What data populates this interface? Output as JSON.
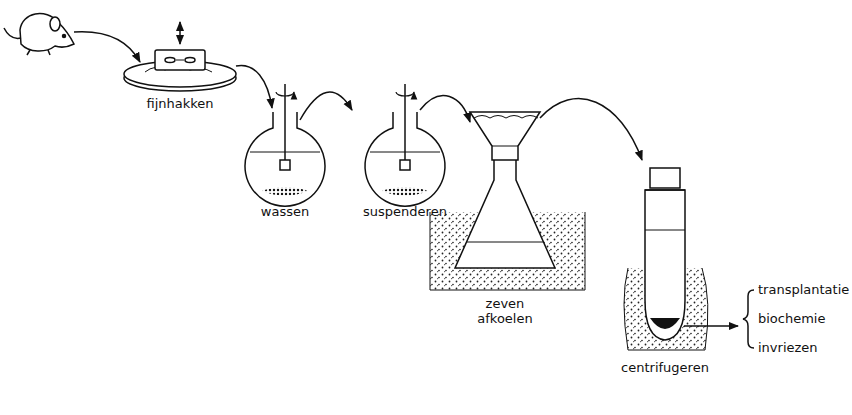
{
  "diagram": {
    "labels": [
      "fijnhakken",
      "wassen",
      "suspenderen",
      "zeven afkoelen",
      "centrifugeren",
      "transplantatie",
      "biochemie",
      "invriezen"
    ]
  }
}
